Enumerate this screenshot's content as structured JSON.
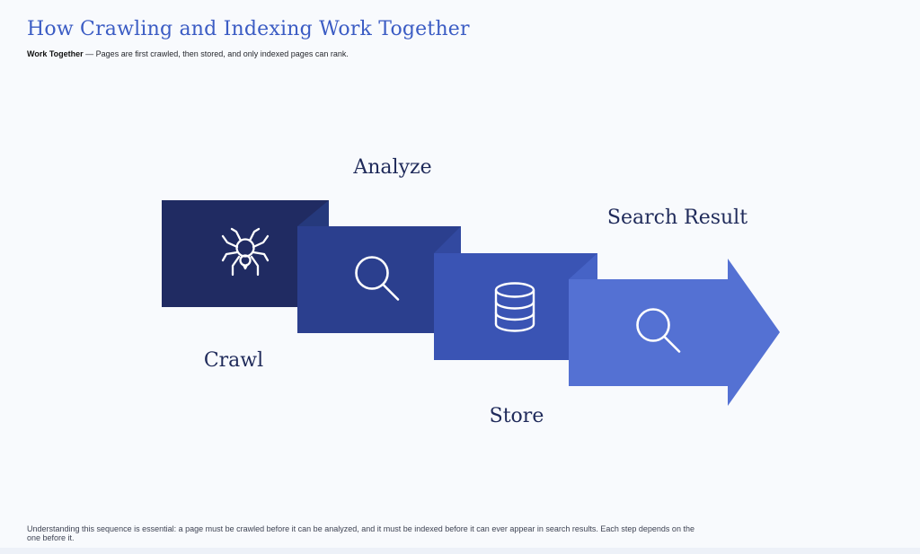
{
  "header": {
    "title": "How Crawling and Indexing Work Together",
    "subtitle_bold": "Work Together",
    "subtitle_rest": " — Pages are first crawled, then stored, and only indexed pages can rank."
  },
  "diagram": {
    "icon_color": "#ffffff",
    "steps": [
      {
        "label": "Crawl",
        "icon": "spider-icon",
        "color": "#202b62",
        "fold_color": "#25397c",
        "label_position": "below"
      },
      {
        "label": "Analyze",
        "icon": "magnifying-glass-icon",
        "color": "#2b3f8e",
        "fold_color": "#3249a0",
        "label_position": "above"
      },
      {
        "label": "Store",
        "icon": "database-icon",
        "color": "#3a54b4",
        "fold_color": "#4663c6",
        "label_position": "below"
      },
      {
        "label": "Search Result",
        "icon": "magnifying-glass-icon",
        "color": "#5471d3",
        "label_position": "above"
      }
    ]
  },
  "footer": {
    "text": "Understanding this sequence is essential: a page must be crawled before it can be analyzed, and it must be indexed before it can ever appear in search results. Each step depends on the one before it."
  },
  "colors": {
    "background": "#f8fafd",
    "title": "#3b5cc4",
    "step_label": "#1f2a5a"
  }
}
